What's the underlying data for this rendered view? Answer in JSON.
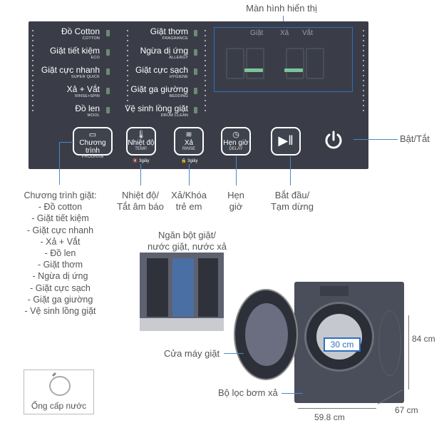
{
  "top_label": "Màn hình hiển thị",
  "power_label": "Bật/Tắt",
  "programs_left": [
    {
      "vi": "Đồ Cotton",
      "en": "COTTON"
    },
    {
      "vi": "Giặt tiết kiệm",
      "en": "ECO"
    },
    {
      "vi": "Giặt cực nhanh",
      "en": "SUPER QUICK"
    },
    {
      "vi": "Xả + Vắt",
      "en": "RINSE+SPIN"
    },
    {
      "vi": "Đồ len",
      "en": "WOOL"
    }
  ],
  "programs_right": [
    {
      "vi": "Giặt thơm",
      "en": "FRAGRANCE"
    },
    {
      "vi": "Ngừa dị ứng",
      "en": "ALLERGY"
    },
    {
      "vi": "Giặt cực sạch",
      "en": "HYGIENE"
    },
    {
      "vi": "Giặt ga giường",
      "en": "BEDDING"
    },
    {
      "vi": "Vệ sinh lồng giặt",
      "en": "DRUM CLEAN"
    }
  ],
  "display_words": [
    "Giặt",
    "Xả",
    "Vắt"
  ],
  "buttons": [
    {
      "label": "Chương trình",
      "sub": "PROGRAM",
      "icon": "document-icon"
    },
    {
      "label": "Nhiệt độ",
      "sub": "TEMP.",
      "icon": "thermometer-icon"
    },
    {
      "label": "Xả",
      "sub": "RINSE",
      "icon": "rinse-icon"
    },
    {
      "label": "Hẹn giờ",
      "sub": "DELAY",
      "icon": "clock-icon"
    }
  ],
  "hold_hints": [
    "3giây",
    "3giây"
  ],
  "callouts": {
    "program_title": "Chương trình giặt:",
    "program_items": [
      "- Đồ cotton",
      "- Giặt tiết kiệm",
      "- Giặt cực nhanh",
      "- Xả + Vắt",
      "- Đồ len",
      "- Giặt thơm",
      "- Ngừa dị ứng",
      "- Giặt cực sạch",
      "- Giặt ga giường",
      "- Vệ sinh lồng giặt"
    ],
    "temp_line1": "Nhiệt độ/",
    "temp_line2": "Tắt âm báo",
    "rinse_line1": "Xả/Khóa",
    "rinse_line2": "trẻ em",
    "delay_line1": "Hẹn",
    "delay_line2": "giờ",
    "start_line1": "Bắt đầu/",
    "start_line2": "Tạm dừng"
  },
  "drawer": {
    "line1": "Ngăn bột giặt/",
    "line2": "nước giặt, nước xả"
  },
  "hose_label": "Ống cấp nước",
  "door_label": "Cửa máy giặt",
  "filter_label": "Bộ lọc bơm xả",
  "drum_diameter": "30 cm",
  "dimensions": {
    "height": "84 cm",
    "width": "59.8 cm",
    "depth": "67 cm"
  },
  "colors": {
    "panel": "#3a3d48",
    "accent_blue": "#4a88c9",
    "led_green": "#7bc49a",
    "washer": "#4a4e5a"
  }
}
